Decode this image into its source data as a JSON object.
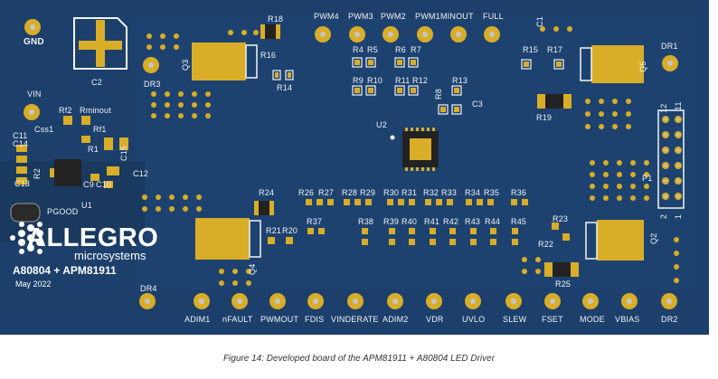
{
  "board": {
    "brand": "ALLEGRO",
    "brand_sub": "microsystems",
    "title": "A80804 + APM81911",
    "date": "May 2022",
    "ic_label": "U2",
    "u1_label": "U1",
    "pgood": "PGOOD",
    "gnd": "GND",
    "vin": "VIN"
  },
  "top_pins": [
    "PWM4",
    "PWM3",
    "PWM2",
    "PWM1",
    "MINOUT",
    "FULL"
  ],
  "bottom_pins": [
    "ADIM1",
    "nFAULT",
    "PWMOUT",
    "FDIS",
    "VINDERATE",
    "ADIM2",
    "VDR",
    "UVLO",
    "SLEW",
    "FSET",
    "MODE",
    "VBIAS",
    "DR2"
  ],
  "labels": {
    "r18": "R18",
    "r16": "R16",
    "r14": "R14",
    "q3": "Q3",
    "c2": "C2",
    "dr3": "DR3",
    "r4": "R4",
    "r5": "R5",
    "r6": "R6",
    "r7": "R7",
    "r9": "R9",
    "r10": "R10",
    "r11": "R11",
    "r12": "R12",
    "r13": "R13",
    "r8": "R8",
    "c3": "C3",
    "c1": "C1",
    "r15": "R15",
    "r17": "R17",
    "q5": "Q5",
    "dr1": "DR1",
    "r19": "R19",
    "rf2": "Rf2",
    "rminout": "Rminout",
    "rf1": "Rf1",
    "css1": "Css1",
    "c11": "C11",
    "c14": "C14",
    "c15": "C15",
    "r1": "R1",
    "c12": "C12",
    "c13": "C13",
    "r2": "R2",
    "c9": "C9",
    "c10": "C10",
    "r24": "R24",
    "r21": "R21",
    "r20": "R20",
    "q4": "Q4",
    "dr4": "DR4",
    "r26": "R26",
    "r27": "R27",
    "r28": "R28",
    "r29": "R29",
    "r30": "R30",
    "r31": "R31",
    "r32": "R32",
    "r33": "R33",
    "r34": "R34",
    "r35": "R35",
    "r36": "R36",
    "r37": "R37",
    "r38": "R38",
    "r39": "R39",
    "r40": "R40",
    "r41": "R41",
    "r42": "R42",
    "r43": "R43",
    "r44": "R44",
    "r45": "R45",
    "r23": "R23",
    "r22": "R22",
    "q2": "Q2",
    "r25": "R25",
    "p1": "P1",
    "pin12": "12",
    "pin11": "11",
    "pin2": "2",
    "pin1": "1"
  },
  "caption": "Figure 14: Developed board of the APM81911 + A80804 LED Driver",
  "colors": {
    "board": "#1c3f6b",
    "copper": "#d8ad28",
    "silk": "#f2f4f7",
    "dark_part": "#222222"
  }
}
